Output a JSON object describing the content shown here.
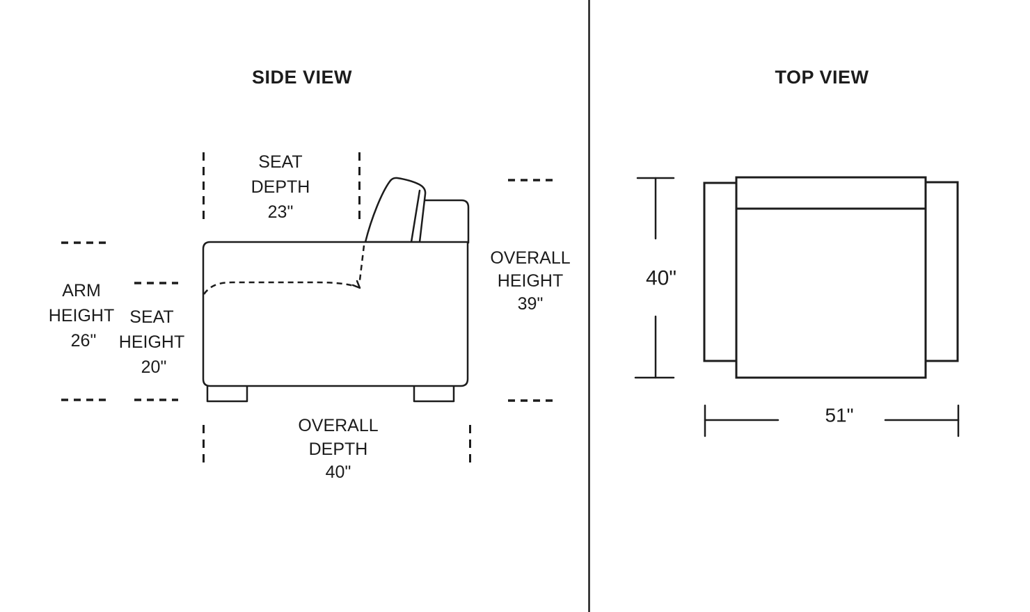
{
  "side_view": {
    "title": "SIDE VIEW",
    "seat_depth": {
      "l1": "SEAT",
      "l2": "DEPTH",
      "value": "23\""
    },
    "arm_height": {
      "l1": "ARM",
      "l2": "HEIGHT",
      "value": "26\""
    },
    "seat_height": {
      "l1": "SEAT",
      "l2": "HEIGHT",
      "value": "20\""
    },
    "overall_height": {
      "l1": "OVERALL",
      "l2": "HEIGHT",
      "value": "39\""
    },
    "overall_depth": {
      "l1": "OVERALL",
      "l2": "DEPTH",
      "value": "40\""
    }
  },
  "top_view": {
    "title": "TOP VIEW",
    "depth_value": "40\"",
    "width_value": "51\""
  },
  "colors": {
    "line": "#1c1c1c",
    "background": "#ffffff"
  }
}
